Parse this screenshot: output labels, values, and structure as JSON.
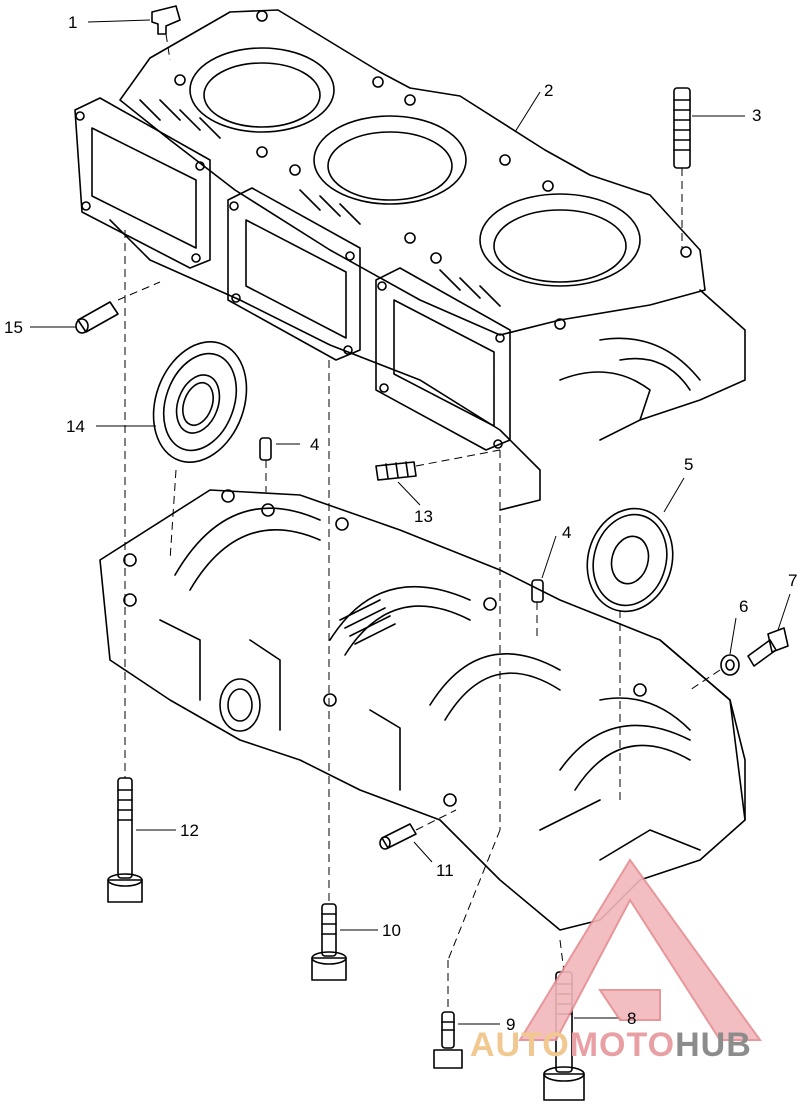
{
  "diagram": {
    "callouts": [
      {
        "id": "c1",
        "label": "1"
      },
      {
        "id": "c2",
        "label": "2"
      },
      {
        "id": "c3",
        "label": "3"
      },
      {
        "id": "c4a",
        "label": "4"
      },
      {
        "id": "c4b",
        "label": "4"
      },
      {
        "id": "c5",
        "label": "5"
      },
      {
        "id": "c6",
        "label": "6"
      },
      {
        "id": "c7",
        "label": "7"
      },
      {
        "id": "c8",
        "label": "8"
      },
      {
        "id": "c9",
        "label": "9"
      },
      {
        "id": "c10",
        "label": "10"
      },
      {
        "id": "c11",
        "label": "11"
      },
      {
        "id": "c12",
        "label": "12"
      },
      {
        "id": "c13",
        "label": "13"
      },
      {
        "id": "c14",
        "label": "14"
      },
      {
        "id": "c15",
        "label": "15"
      }
    ]
  },
  "watermark": {
    "part1": "AUTO",
    "part2": "MOTO",
    "part3": "HUB",
    "color_primary": "#e8a0a4",
    "color_secondary": "#f0c890",
    "color_dark": "#8c8c8c"
  },
  "colors": {
    "ink": "#000000",
    "background": "#ffffff"
  }
}
